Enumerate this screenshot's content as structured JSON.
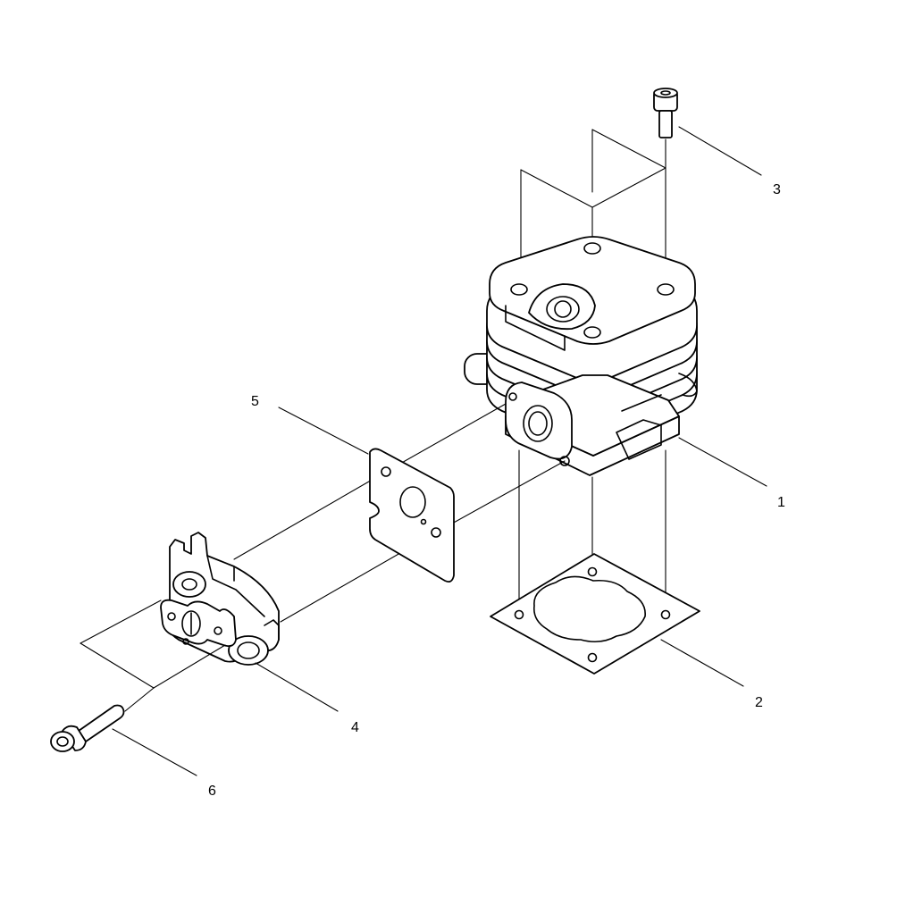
{
  "callouts": [
    {
      "number": "1",
      "part": "cylinder"
    },
    {
      "number": "2",
      "part": "base-gasket"
    },
    {
      "number": "3",
      "part": "cylinder-screw"
    },
    {
      "number": "4",
      "part": "intake-flange"
    },
    {
      "number": "5",
      "part": "intake-gasket"
    },
    {
      "number": "6",
      "part": "flange-screw"
    }
  ],
  "colors": {
    "line": "#000000",
    "background": "#ffffff"
  }
}
